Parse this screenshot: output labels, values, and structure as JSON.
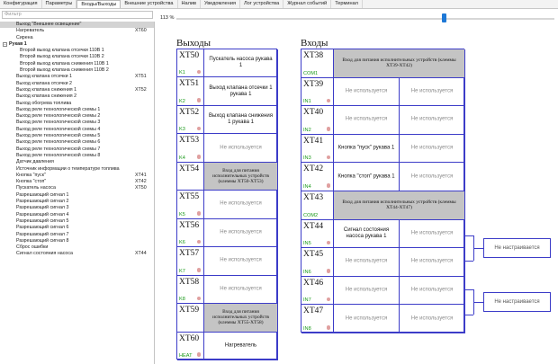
{
  "tabs": [
    "Конфигурация",
    "Параметры",
    "Входы/Выходы",
    "Внешние устройства",
    "Налив",
    "Уведомления",
    "Лог устройства",
    "Журнал событий",
    "Терминал"
  ],
  "active_tab": 2,
  "filter_placeholder": "Фильтр",
  "zoom_label": "113 %",
  "zoom_value": 113,
  "tree": [
    {
      "label": "Выход \"Внешнее освещение\"",
      "code": "",
      "level": 1,
      "sel": true
    },
    {
      "label": "Нагреватель",
      "code": "XT60",
      "level": 1
    },
    {
      "label": "Сирена",
      "code": "",
      "level": 1
    },
    {
      "label": "Рукав 1",
      "code": "",
      "level": 0,
      "toggle": "−"
    },
    {
      "label": "Второй выход клапана отсечки 110В 1",
      "code": "",
      "level": 2
    },
    {
      "label": "Второй выход клапана отсечки 110В 2",
      "code": "",
      "level": 2
    },
    {
      "label": "Второй выход клапана снижения 110В 1",
      "code": "",
      "level": 2
    },
    {
      "label": "Второй выход клапана снижения 110В 2",
      "code": "",
      "level": 2
    },
    {
      "label": "Выход клапана отсечки 1",
      "code": "XT51",
      "level": 1
    },
    {
      "label": "Выход клапана отсечки 2",
      "code": "",
      "level": 1
    },
    {
      "label": "Выход клапана снижения 1",
      "code": "XT52",
      "level": 1
    },
    {
      "label": "Выход клапана снижения 2",
      "code": "",
      "level": 1
    },
    {
      "label": "Выход обогрева топлива",
      "code": "",
      "level": 1
    },
    {
      "label": "Выход реле технологической схемы 1",
      "code": "",
      "level": 1
    },
    {
      "label": "Выход реле технологической схемы 2",
      "code": "",
      "level": 1
    },
    {
      "label": "Выход реле технологической схемы 3",
      "code": "",
      "level": 1
    },
    {
      "label": "Выход реле технологической схемы 4",
      "code": "",
      "level": 1
    },
    {
      "label": "Выход реле технологической схемы 5",
      "code": "",
      "level": 1
    },
    {
      "label": "Выход реле технологической схемы 6",
      "code": "",
      "level": 1
    },
    {
      "label": "Выход реле технологической схемы 7",
      "code": "",
      "level": 1
    },
    {
      "label": "Выход реле технологической схемы 8",
      "code": "",
      "level": 1
    },
    {
      "label": "Датчик давления",
      "code": "",
      "level": 1
    },
    {
      "label": "Источник информации о температуре топлива",
      "code": "",
      "level": 1
    },
    {
      "label": "Кнопка \"пуск\"",
      "code": "XT41",
      "level": 1
    },
    {
      "label": "Кнопка \"стоп\"",
      "code": "XT42",
      "level": 1
    },
    {
      "label": "Пускатель насоса",
      "code": "XT50",
      "level": 1
    },
    {
      "label": "Разрешающий сигнал 1",
      "code": "",
      "level": 1
    },
    {
      "label": "Разрешающий сигнал 2",
      "code": "",
      "level": 1
    },
    {
      "label": "Разрешающий сигнал 3",
      "code": "",
      "level": 1
    },
    {
      "label": "Разрешающий сигнал 4",
      "code": "",
      "level": 1
    },
    {
      "label": "Разрешающий сигнал 5",
      "code": "",
      "level": 1
    },
    {
      "label": "Разрешающий сигнал 6",
      "code": "",
      "level": 1
    },
    {
      "label": "Разрешающий сигнал 7",
      "code": "",
      "level": 1
    },
    {
      "label": "Разрешающий сигнал 8",
      "code": "",
      "level": 1
    },
    {
      "label": "Сброс ошибки",
      "code": "",
      "level": 1
    },
    {
      "label": "Сигнал состояния насоса",
      "code": "XT44",
      "level": 1
    }
  ],
  "outputs_title": "Выходы",
  "inputs_title": "Входы",
  "outputs": [
    {
      "xt": "XT50",
      "term": "K1",
      "dot": true,
      "text": "Пускатель насоса рукава 1",
      "gray": false
    },
    {
      "xt": "XT51",
      "term": "K2",
      "dot": true,
      "text": "Выход клапана отсечки 1 рукава 1",
      "gray": false
    },
    {
      "xt": "XT52",
      "term": "K3",
      "dot": true,
      "text": "Выход клапана снижения 1 рукава 1",
      "gray": false
    },
    {
      "xt": "XT53",
      "term": "K4",
      "dot": true,
      "text": "Не используется",
      "gray": true
    },
    {
      "xt": "XT54",
      "term": "",
      "dot": false,
      "text": "Вход для питания исполнительных устройств (клеммы ХТ50-ХТ53)",
      "power": true
    },
    {
      "xt": "XT55",
      "term": "K5",
      "dot": true,
      "text": "Не используется",
      "gray": true
    },
    {
      "xt": "XT56",
      "term": "K6",
      "dot": true,
      "text": "Не используется",
      "gray": true
    },
    {
      "xt": "XT57",
      "term": "K7",
      "dot": true,
      "text": "Не используется",
      "gray": true
    },
    {
      "xt": "XT58",
      "term": "K8",
      "dot": true,
      "text": "Не используется",
      "gray": true
    },
    {
      "xt": "XT59",
      "term": "",
      "dot": false,
      "text": "Вход для питания исполнительных устройств (клеммы ХТ55-ХТ58)",
      "power": true
    },
    {
      "xt": "XT60",
      "term": "HEAT",
      "dot": true,
      "text": "Нагреватель",
      "gray": false
    }
  ],
  "inputs": [
    {
      "xt": "XT38",
      "term": "COM1",
      "power": true,
      "text": "Вход для питания исполнительных устройств (клеммы ХТ39-ХТ42)"
    },
    {
      "xt": "XT39",
      "term": "IN1",
      "dot": true,
      "a": "Не используется",
      "a_gray": true,
      "b": "Не используется"
    },
    {
      "xt": "XT40",
      "term": "IN2",
      "dot": true,
      "a": "Не используется",
      "a_gray": true,
      "b": "Не используется"
    },
    {
      "xt": "XT41",
      "term": "IN3",
      "dot": true,
      "a": "Кнопка \"пуск\" рукава 1",
      "a_gray": false,
      "b": "Не используется"
    },
    {
      "xt": "XT42",
      "term": "IN4",
      "dot": true,
      "a": "Кнопка \"стоп\" рукава 1",
      "a_gray": false,
      "b": "Не используется"
    },
    {
      "xt": "XT43",
      "term": "COM2",
      "power": true,
      "text": "Вход для питания исполнительных устройств (клеммы ХТ44-ХТ47)"
    },
    {
      "xt": "XT44",
      "term": "IN5",
      "dot": true,
      "a": "Сигнал состояния насоса рукава 1",
      "a_gray": false,
      "b": "Не используется"
    },
    {
      "xt": "XT45",
      "term": "IN6",
      "dot": true,
      "a": "Не используется",
      "a_gray": true,
      "b": "Не используется"
    },
    {
      "xt": "XT46",
      "term": "IN7",
      "dot": true,
      "a": "Не используется",
      "a_gray": true,
      "b": "Не используется"
    },
    {
      "xt": "XT47",
      "term": "IN8",
      "dot": true,
      "a": "Не используется",
      "a_gray": true,
      "b": "Не используется"
    }
  ],
  "not_configurable": [
    "Не настраивается",
    "Не настраивается"
  ],
  "colors": {
    "border": "#3c3cc8",
    "terminal": "#1a9a1a",
    "dot": "#e0a0a0",
    "power_bg": "#c4c4c4",
    "slider_thumb": "#1e78d6"
  }
}
